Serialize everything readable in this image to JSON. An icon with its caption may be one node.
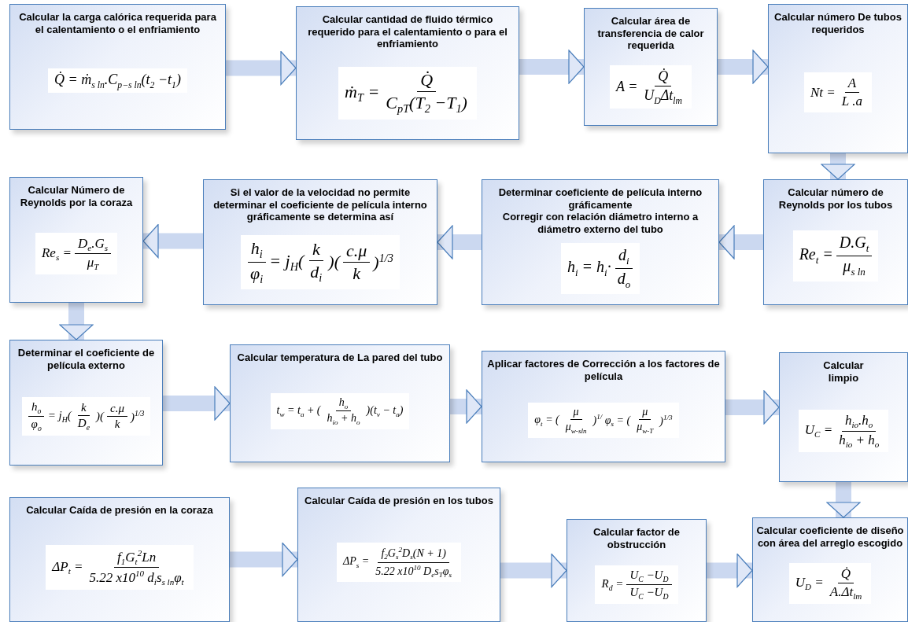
{
  "diagram": {
    "nodes": [
      {
        "text": [
          "Calcular la carga calórica requerida para el calentamiento o el enfriamiento",
          "Q̇ = ṁ$_{s ln}$.C$_{p−s ln}$(t$_{2}$ −t$_{1}$)"
        ]
      },
      {
        "text": [
          "Calcular cantidad de fluido térmico requerido para el calentamiento o para el enfriamiento",
          "ṁ$_{T}$ =",
          "Q̇",
          "C$_{pT}$(T$_{2}$ −T$_{1}$)"
        ]
      },
      {
        "text": [
          "Calcular área de transferencia de calor requerida",
          "A =",
          "Q̇",
          "U$_{D}$Δt$_{lm}$"
        ]
      },
      {
        "text": [
          "Calcular número De tubos requeridos",
          "Nt =",
          "A",
          "L .a"
        ]
      },
      {
        "text": [
          "Calcular número de Reynolds por los tubos",
          "Re$_{t}$ =",
          "D.G$_{t}$",
          "μ$_{s ln}$"
        ]
      },
      {
        "text": [
          "Determinar coeficiente de película interno gráficamente",
          "Corregir con relación diámetro interno a diámetro externo del tubo",
          "h$_{i}$ = h$_{i}$·",
          "d$_{i}$",
          "d$_{o}$"
        ]
      },
      {
        "text": [
          "Si el valor de la velocidad no permite determinar el coeficiente de película interno gráficamente se determina así",
          "h$_{i}$",
          "φ$_{i}$",
          "= j$_{H}$(",
          "k",
          "d$_{i}$",
          ")(",
          "c.μ",
          "k",
          ")$^{1/3}$"
        ]
      },
      {
        "text": [
          "Calcular Número de Reynolds por la coraza",
          "Re$_{s}$ =",
          "D$_{e}$.G$_{s}$",
          "μ$_{T}$"
        ]
      },
      {
        "text": [
          "Determinar el coeficiente de película externo",
          "h$_{o}$",
          "φ$_{o}$",
          "= j$_{H}$(",
          "k",
          "D$_{e}$",
          ")(",
          "c.μ",
          "k",
          ")$^{1/3}$"
        ]
      },
      {
        "text": [
          "Calcular temperatura de La pared del tubo",
          "t$_{w}$ = t$_{a}$ + (",
          "h$_{o}$",
          "h$_{io}$ + h$_{o}$",
          ")(t$_{v}$ − t$_{a}$)"
        ]
      },
      {
        "text": [
          "Aplicar factores de Corrección a los factores de película",
          "φ$_{t}$ = (",
          "μ",
          "μ$_{w-sln}$",
          ")$^{1/}$ φ$_{s}$ = (",
          "μ",
          "μ$_{w-T}$",
          ")$^{1/3}$"
        ]
      },
      {
        "text": [
          "Calcular",
          "limpio",
          "U$_{C}$ =",
          "h$_{io}$.h$_{o}$",
          "h$_{io}$ + h$_{o}$"
        ]
      },
      {
        "text": [
          "Calcular Caída de presión en la coraza",
          "ΔP$_{t}$ =",
          "f$_{1}$G$_{t}$$^{2}$Ln",
          "5.22 x10$^{10}$ d$_{i}$s$_{s ln}$φ$_{t}$"
        ]
      },
      {
        "text": [
          "Calcular Caída de presión en los tubos",
          "ΔP$_{s}$ =",
          "f$_{2}$G$_{s}$$^{2}$D$_{s}$(N + 1)",
          "5.22 x10$^{10}$ D$_{e}$s$_{T}$φ$_{s}$"
        ]
      },
      {
        "text": [
          "Calcular factor de obstrucción",
          "R$_{d}$ =",
          "U$_{C}$ −U$_{D}$",
          "U$_{C}$ −U$_{D}$"
        ]
      },
      {
        "text": [
          "Calcular coeficiente de diseño con área del arreglo escogido",
          "U$_{D}$ =",
          "Q̇",
          "A.Δt$_{lm}$"
        ]
      }
    ],
    "edges": [
      {
        "from": 0,
        "to": 1,
        "arrow": "to"
      },
      {
        "from": 1,
        "to": 2,
        "arrow": "to"
      },
      {
        "from": 2,
        "to": 3,
        "arrow": "to"
      },
      {
        "from": 3,
        "to": 4,
        "arrow": "to"
      },
      {
        "from": 4,
        "to": 5,
        "arrow": "to"
      },
      {
        "from": 5,
        "to": 6,
        "arrow": "to"
      },
      {
        "from": 6,
        "to": 7,
        "arrow": "to"
      },
      {
        "from": 7,
        "to": 8,
        "arrow": "to"
      },
      {
        "from": 8,
        "to": 9,
        "arrow": "to"
      },
      {
        "from": 9,
        "to": 10,
        "arrow": "to"
      },
      {
        "from": 10,
        "to": 11,
        "arrow": "to"
      },
      {
        "from": 11,
        "to": 15,
        "arrow": "to"
      },
      {
        "from": 12,
        "to": 13,
        "arrow": "to"
      },
      {
        "from": 13,
        "to": 14,
        "arrow": "to"
      },
      {
        "from": 14,
        "to": 15,
        "arrow": "to"
      }
    ]
  }
}
